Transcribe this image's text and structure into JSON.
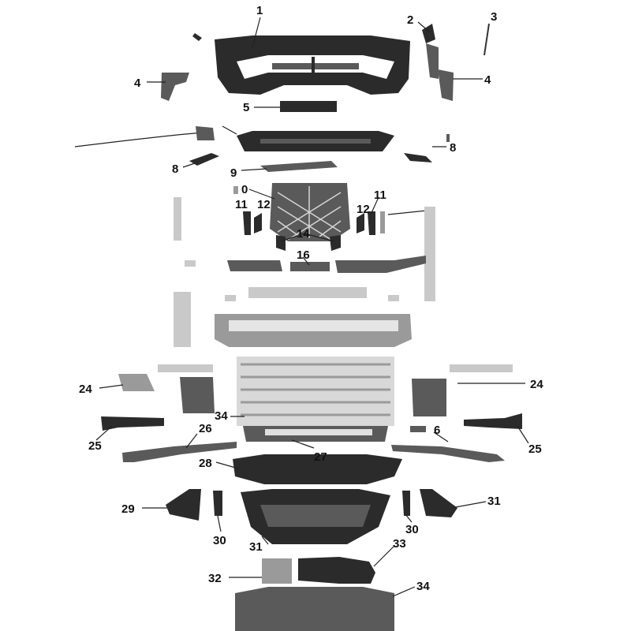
{
  "diagram": {
    "labels": {
      "l1": "1",
      "l2": "2",
      "l3": "3",
      "l4a": "4",
      "l4b": "4",
      "l5": "5",
      "l8a": "8",
      "l8b": "8",
      "l9": "9",
      "l0": "0",
      "l11a": "11",
      "l11b": "11",
      "l12a": "12",
      "l12b": "12",
      "l14": "14",
      "l16": "16",
      "l24a": "24",
      "l24b": "24",
      "l25a": "25",
      "l25b": "25",
      "l26": "26",
      "l6": "6",
      "l27": "27",
      "l28": "28",
      "l29": "29",
      "l30a": "30",
      "l30b": "30",
      "l31a": "31",
      "l31b": "31",
      "l32": "32",
      "l33": "33",
      "l34a": "34",
      "l34b": "34"
    },
    "colors": {
      "part_dark": "#2b2b2b",
      "part_mid": "#5a5a5a",
      "part_light": "#9a9a9a",
      "background": "#ffffff"
    }
  }
}
